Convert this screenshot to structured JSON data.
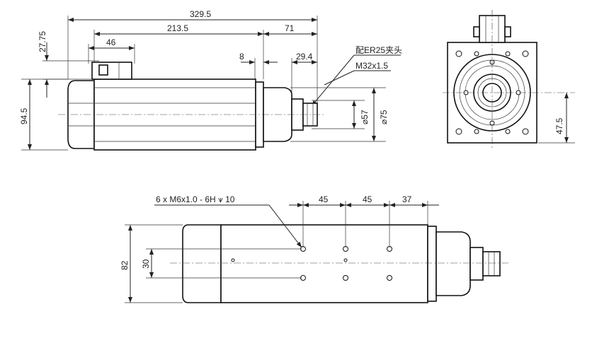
{
  "side_view": {
    "overall_length": "329.5",
    "body_length": "213.5",
    "front_offset": "71",
    "connector_width": "46",
    "connector_height": "27.75",
    "flange_thickness": "8",
    "nose_length": "29.4",
    "collet_note": "配ER25夹头",
    "thread_note": "M32x1.5",
    "body_height": "94.5",
    "nose_dia": "⌀57",
    "flange_dia": "⌀75"
  },
  "end_view": {
    "center_height": "47.5"
  },
  "bottom_view": {
    "hole_note": "6 x M6x1.0 - 6H ⩛ 10",
    "pitch_1": "45",
    "pitch_2": "45",
    "pitch_3": "37",
    "body_width": "82",
    "hole_row_spacing": "30"
  }
}
